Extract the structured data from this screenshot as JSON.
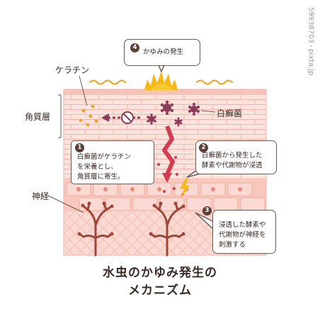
{
  "labels": {
    "keratin": "ケラチン",
    "stratum_corneum": "角質層",
    "trichophyton": "白癬菌",
    "nerve": "神経"
  },
  "callouts": {
    "c1": {
      "number": "1",
      "lines": [
        "白癬菌がケラチン",
        "を栄養とし、",
        "角質層に寄生。"
      ]
    },
    "c2": {
      "number": "2",
      "lines": [
        "白癬菌から発生した",
        "酵素や代謝物が浸透"
      ]
    },
    "c3": {
      "number": "3",
      "lines": [
        "浸透した酵素や",
        "代謝物が神経を",
        "刺激する"
      ]
    },
    "c4": {
      "number": "4",
      "text": "かゆみの発生"
    }
  },
  "title": {
    "line1": "水虫のかゆみ発生の",
    "line2": "メカニズム"
  },
  "watermark": {
    "site": "pixta.jp",
    "separator": "-",
    "id": "59938703"
  },
  "colors": {
    "brick": "#fbe4dd",
    "brick_line": "#f2b4a8",
    "skin_mid": "#f7c7bd",
    "skin_deep": "#f9d9d1",
    "nerve": "#a0453a",
    "fungus": "#8a3d5a",
    "keratin_dot": "#f0a020",
    "arrow": "#d33d52",
    "sun": "#f5b814",
    "text": "#3a2a24"
  },
  "icons": [
    "itch-burst-icon",
    "wavy-line-icon",
    "fungus-icon",
    "keratin-dot-icon",
    "lightning-icon",
    "arrow-left-icon",
    "zigzag-arrow-icon",
    "no-symbol-icon",
    "nerve-icon"
  ]
}
